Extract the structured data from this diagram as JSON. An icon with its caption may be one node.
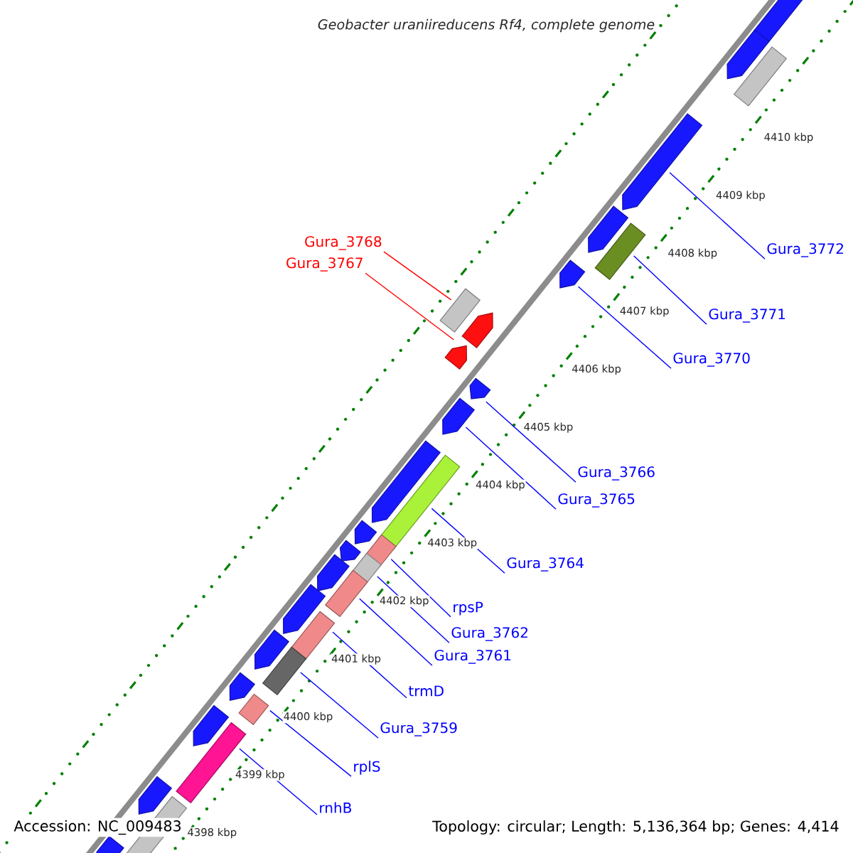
{
  "diagram": {
    "title": "Geobacter uraniireducens Rf4, complete genome",
    "nodes": [
      {
        "text": [
          "Gura_3768"
        ]
      },
      {
        "text": [
          "Gura_3772"
        ]
      },
      {
        "text": [
          "Gura_3767"
        ]
      },
      {
        "text": [
          "Gura_3771"
        ]
      },
      {
        "text": [
          "Gura_3770"
        ]
      },
      {
        "text": [
          "Gura_3766"
        ]
      },
      {
        "text": [
          "Gura_3765"
        ]
      },
      {
        "text": [
          "Gura_3764"
        ]
      },
      {
        "text": [
          "rpsP"
        ]
      },
      {
        "text": [
          "Gura_3762"
        ]
      },
      {
        "text": [
          "Gura_3761"
        ]
      },
      {
        "text": [
          "trmD"
        ]
      },
      {
        "text": [
          "Gura_3759"
        ]
      },
      {
        "text": [
          "rplS"
        ]
      },
      {
        "text": [
          "rnhB"
        ]
      },
      {
        "text": [],
        "shape": "pentagon"
      },
      {
        "text": [],
        "shape": "pentagon"
      },
      {
        "text": [],
        "shape": "box"
      },
      {
        "text": [],
        "shape": "pentagon"
      },
      {
        "text": [],
        "shape": "pentagon"
      },
      {
        "text": [],
        "shape": "box"
      },
      {
        "text": [],
        "shape": "pentagon"
      },
      {
        "text": [],
        "shape": "box"
      },
      {
        "text": [],
        "shape": "pentagon"
      },
      {
        "text": [],
        "shape": "pentagon"
      },
      {
        "text": [],
        "shape": "pentagon"
      },
      {
        "text": [],
        "shape": "pentagon"
      },
      {
        "text": [],
        "shape": "pentagon"
      },
      {
        "text": [],
        "shape": "box"
      },
      {
        "text": [],
        "shape": "pentagon"
      },
      {
        "text": [],
        "shape": "box"
      },
      {
        "text": [],
        "shape": "pentagon"
      },
      {
        "text": [],
        "shape": "box"
      },
      {
        "text": [],
        "shape": "pentagon"
      },
      {
        "text": [],
        "shape": "box"
      },
      {
        "text": [],
        "shape": "pentagon"
      },
      {
        "text": [],
        "shape": "box"
      },
      {
        "text": [],
        "shape": "pentagon"
      },
      {
        "text": [],
        "shape": "box"
      },
      {
        "text": [],
        "shape": "pentagon"
      },
      {
        "text": [],
        "shape": "box"
      },
      {
        "text": [],
        "shape": "pentagon"
      },
      {
        "text": [],
        "shape": "box"
      },
      {
        "text": [],
        "shape": "pentagon"
      },
      {
        "text": [],
        "shape": "box"
      },
      {
        "text": [],
        "shape": "pentagon"
      }
    ],
    "edges": [
      {
        "from": 0,
        "to": 22,
        "arrow": "none",
        "color": "#ff0000"
      },
      {
        "from": 1,
        "to": 18,
        "arrow": "none"
      },
      {
        "from": 2,
        "to": 24,
        "arrow": "none",
        "color": "#ff0000"
      },
      {
        "from": 3,
        "to": 20,
        "arrow": "none"
      },
      {
        "from": 4,
        "to": 21,
        "arrow": "none"
      },
      {
        "from": 5,
        "to": 25,
        "arrow": "none"
      },
      {
        "from": 6,
        "to": 26,
        "arrow": "none"
      },
      {
        "from": 7,
        "to": 28,
        "arrow": "none"
      },
      {
        "from": 8,
        "to": 30,
        "arrow": "none"
      },
      {
        "from": 9,
        "to": 32,
        "arrow": "none"
      },
      {
        "from": 10,
        "to": 34,
        "arrow": "none"
      },
      {
        "from": 11,
        "to": 36,
        "arrow": "none"
      },
      {
        "from": 12,
        "to": 38,
        "arrow": "none"
      },
      {
        "from": 13,
        "to": 40,
        "arrow": "none"
      },
      {
        "from": 14,
        "to": 42,
        "arrow": "none"
      }
    ],
    "labels": [
      "4398 kbp",
      "4399 kbp",
      "4400 kbp",
      "4401 kbp",
      "4402 kbp",
      "4403 kbp",
      "4404 kbp",
      "4405 kbp",
      "4406 kbp",
      "4407 kbp",
      "4408 kbp",
      "4409 kbp",
      "4410 kbp",
      "Accession: NC_009483",
      "Topology: circular; Length: 5,136,364 bp; Genes: 4,414"
    ]
  }
}
